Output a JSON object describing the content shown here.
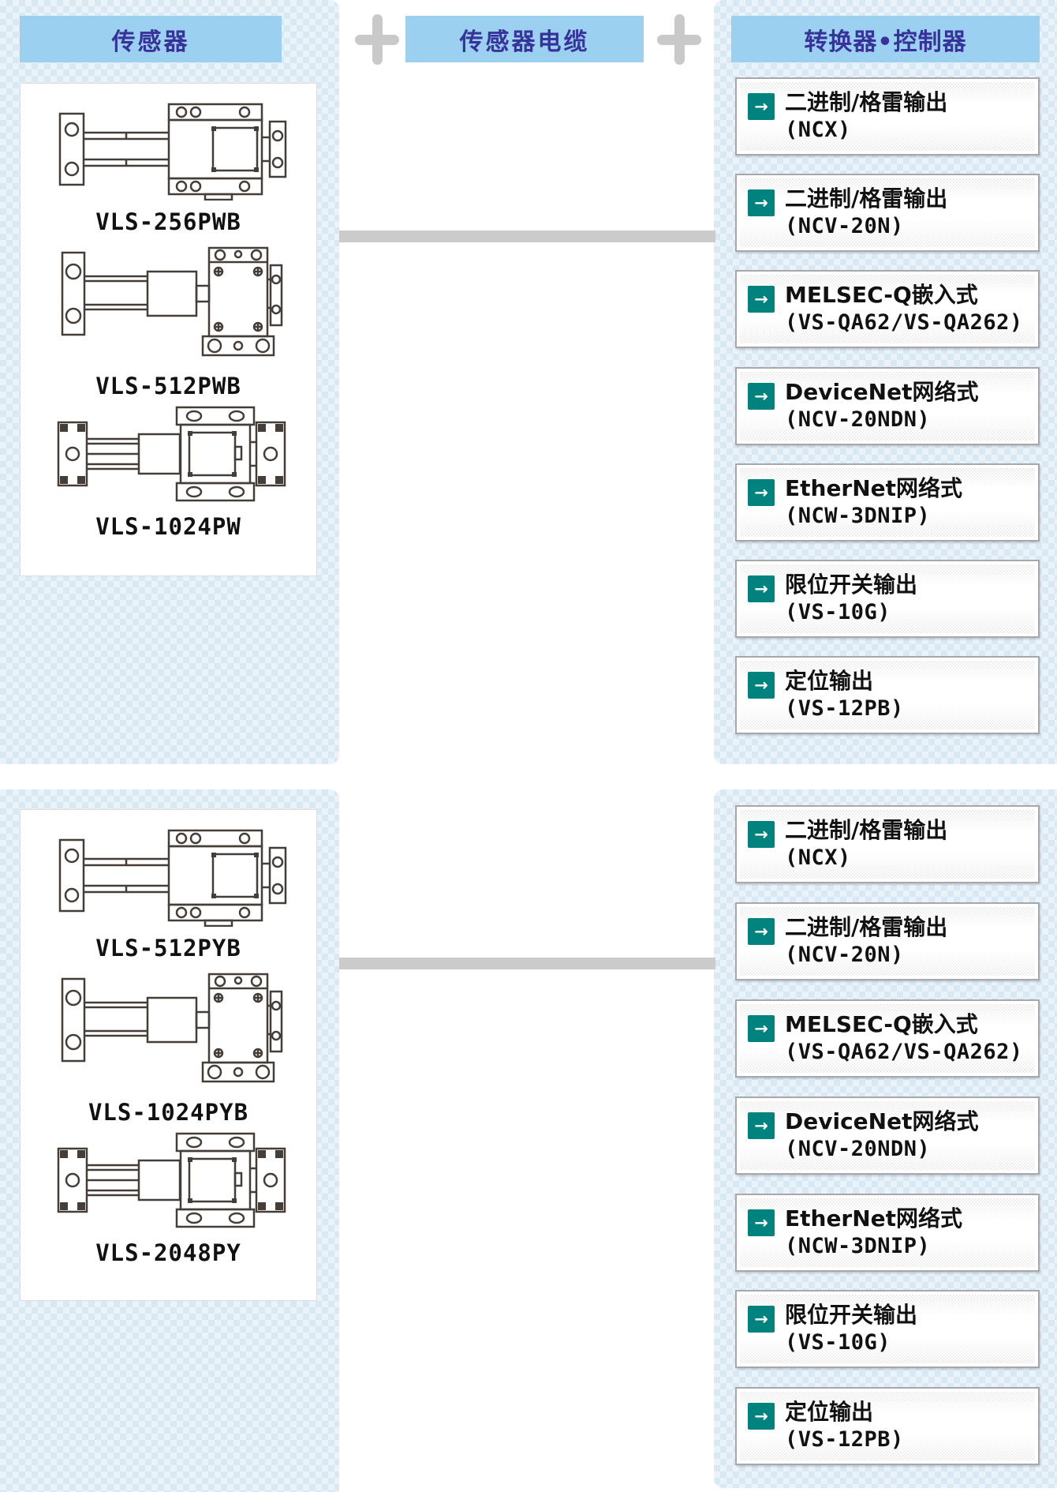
{
  "column_headers": {
    "sensor": "传感器",
    "sensor_cable": "传感器电缆",
    "converter_controller": "转换器•控制器"
  },
  "glyphs": {
    "arrow": "→",
    "plus": "+"
  },
  "colors": {
    "header_bg": "#9bd0f1",
    "header_text": "#37339a",
    "panel_checker_dark": "#d9e9f4",
    "panel_checker_light": "#eaf3f9",
    "connector_bar": "#cbcbcb",
    "plus_sign": "#c9c9c9",
    "item_accent_teal": "#00837e",
    "item_border": "#a8a8a8",
    "text_black": "#111111"
  },
  "sections": [
    {
      "sensors": [
        {
          "model": "VLS-256PWB"
        },
        {
          "model": "VLS-512PWB"
        },
        {
          "model": "VLS-1024PW"
        }
      ],
      "controllers": [
        {
          "title": "二进制/格雷输出",
          "model": "(NCX)"
        },
        {
          "title": "二进制/格雷输出",
          "model": "(NCV-20N)"
        },
        {
          "title": "MELSEC-Q嵌入式",
          "model": "(VS-QA62/VS-QA262)"
        },
        {
          "title": "DeviceNet网络式",
          "model": "(NCV-20NDN)"
        },
        {
          "title": "EtherNet网络式",
          "model": "(NCW-3DNIP)"
        },
        {
          "title": "限位开关输出",
          "model": "(VS-10G)"
        },
        {
          "title": "定位输出",
          "model": "(VS-12PB)"
        }
      ]
    },
    {
      "sensors": [
        {
          "model": "VLS-512PYB"
        },
        {
          "model": "VLS-1024PYB"
        },
        {
          "model": "VLS-2048PY"
        }
      ],
      "controllers": [
        {
          "title": "二进制/格雷输出",
          "model": "(NCX)"
        },
        {
          "title": "二进制/格雷输出",
          "model": "(NCV-20N)"
        },
        {
          "title": "MELSEC-Q嵌入式",
          "model": "(VS-QA62/VS-QA262)"
        },
        {
          "title": "DeviceNet网络式",
          "model": "(NCV-20NDN)"
        },
        {
          "title": "EtherNet网络式",
          "model": "(NCW-3DNIP)"
        },
        {
          "title": "限位开关输出",
          "model": "(VS-10G)"
        },
        {
          "title": "定位输出",
          "model": "(VS-12PB)"
        }
      ]
    }
  ]
}
